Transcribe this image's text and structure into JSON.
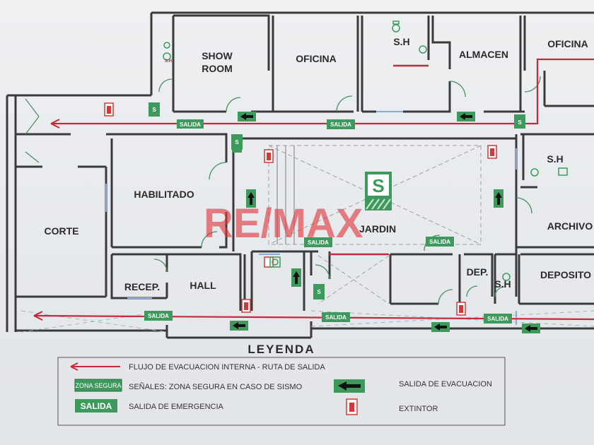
{
  "rooms": {
    "show_room_1": "SHOW",
    "show_room_2": "ROOM",
    "oficina_1": "OFICINA",
    "sh_1": "S.H",
    "almacen": "ALMACEN",
    "oficina_2": "OFICINA",
    "habilitado": "HABILITADO",
    "corte": "CORTE",
    "jardin": "JARDIN",
    "sh_2": "S.H",
    "archivo": "ARCHIVO",
    "recep": "RECEP.",
    "hall": "HALL",
    "dep": "DEP.",
    "sh_3": "S.H",
    "deposito": "DEPOSITO"
  },
  "signs": {
    "salida": "SALIDA",
    "safe_zone": "S",
    "wc_tag": "S.H"
  },
  "watermark": "RE/MAX",
  "legend": {
    "title": "LEYENDA",
    "evac_flow": "FLUJO DE EVACUACION INTERNA - RUTA  DE SALIDA",
    "zona_segura_badge": "ZONA SEGURA",
    "zona_segura_text": "SEÑALES: ZONA SEGURA EN CASO DE SISMO",
    "salida_badge": "SALIDA",
    "salida_text": "SALIDA DE EMERGENCIA",
    "evac_exit_text": "SALIDA DE EVACUACION",
    "extintor_text": "EXTINTOR"
  },
  "colors": {
    "route": "#c8283c",
    "sign_green": "#3d9a5c",
    "wall": "#3a3a3a",
    "extinguisher": "#d23a3a"
  },
  "icons": [
    "evacuation-arrow-icon",
    "safe-zone-icon",
    "fire-extinguisher-icon",
    "toilet-icon",
    "up-arrow-icon"
  ]
}
